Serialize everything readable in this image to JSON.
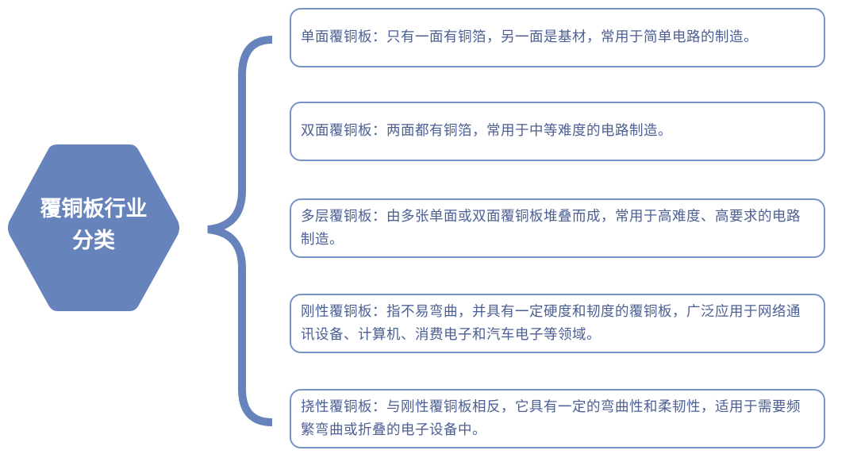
{
  "center": {
    "title": "覆铜板行业分类",
    "color": "#6683bb"
  },
  "items": [
    {
      "text": "单面覆铜板：只有一面有铜箔，另一面是基材，常用于简单电路的制造。"
    },
    {
      "text": "双面覆铜板：两面都有铜箔，常用于中等难度的电路制造。"
    },
    {
      "text": "多层覆铜板：由多张单面或双面覆铜板堆叠而成，常用于高难度、高要求的电路制造。"
    },
    {
      "text": "刚性覆铜板：指不易弯曲，并具有一定硬度和韧度的覆铜板，广泛应用于网络通讯设备、计算机、消费电子和汽车电子等领域。"
    },
    {
      "text": "挠性覆铜板：与刚性覆铜板相反，它具有一定的弯曲性和柔韧性，适用于需要频繁弯曲或折叠的电子设备中。"
    }
  ]
}
